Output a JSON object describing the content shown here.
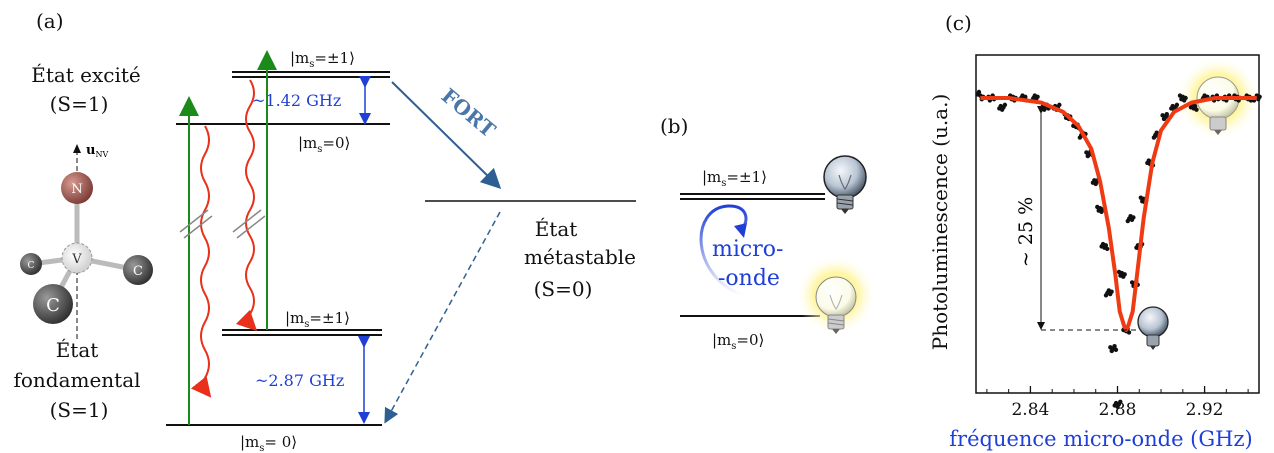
{
  "panel_a": {
    "label": "(a)",
    "excited_state": {
      "line1": "État excité",
      "line2": "(S=1)"
    },
    "ground_state": {
      "line1": "État",
      "line2": "fondamental",
      "line3": "(S=1)"
    },
    "u_nv": "u",
    "u_nv_sub": "NV",
    "atoms": {
      "n": "N",
      "v": "V",
      "c1": "C",
      "c2": "C",
      "c3": "C"
    },
    "excited_ms_pm1": "|m",
    "excited_ms_pm1_tail": "=±1⟩",
    "excited_ms0": "|m",
    "excited_ms0_tail": "=0⟩",
    "split_excited": "~1.42 GHz",
    "ground_ms_pm1": "|m",
    "ground_ms_pm1_tail": "=±1⟩",
    "ground_ms0": "|m",
    "ground_ms0_tail": "= 0⟩",
    "split_ground": "~2.87 GHz",
    "sub_s": "s",
    "fort": "FORT",
    "metastable": {
      "line1": "État",
      "line2": "métastable",
      "line3": "(S=0)"
    }
  },
  "panel_b": {
    "label": "(b)",
    "ms_pm1": "|m",
    "ms_pm1_tail": "=±1⟩",
    "ms0": "|m",
    "ms0_tail": "=0⟩",
    "mw_line1": "micro-",
    "mw_line2": "-onde"
  },
  "panel_c": {
    "label": "(c)",
    "ylabel": "Photoluminescence (u.a.)",
    "xlabel": "fréquence micro-onde (GHz)",
    "contrast": "~ 25 %",
    "xticks": [
      "2.84",
      "2.88",
      "2.92"
    ]
  },
  "colors": {
    "green": "#1a8a1a",
    "red": "#e8301a",
    "blue": "#1f3fd6",
    "fort": "#2e5f93",
    "fit": "#f03a14"
  },
  "chart_data": {
    "type": "scatter",
    "xlabel": "fréquence micro-onde (GHz)",
    "ylabel": "Photoluminescence (u.a.)",
    "xlim": [
      2.815,
      2.945
    ],
    "xticks": [
      2.84,
      2.88,
      2.92
    ],
    "series": [
      {
        "x": [
          2.817,
          2.822,
          2.827,
          2.832,
          2.837,
          2.842,
          2.847,
          2.852,
          2.857,
          2.861,
          2.864,
          2.867,
          2.87,
          2.872,
          2.874,
          2.876,
          2.878,
          2.88,
          2.882,
          2.884,
          2.886,
          2.888,
          2.89,
          2.892,
          2.895,
          2.898,
          2.902,
          2.906,
          2.91,
          2.915,
          2.92,
          2.925,
          2.93,
          2.935,
          2.94,
          2.944
        ],
        "values": [
          1.0,
          1.0,
          0.99,
          1.0,
          1.0,
          1.0,
          0.99,
          0.99,
          0.98,
          0.97,
          0.96,
          0.94,
          0.91,
          0.88,
          0.84,
          0.79,
          0.73,
          0.67,
          0.81,
          0.75,
          0.87,
          0.8,
          0.84,
          0.89,
          0.93,
          0.96,
          0.98,
          0.99,
          1.0,
          0.99,
          1.0,
          1.0,
          1.0,
          1.0,
          1.0,
          1.0
        ]
      },
      {
        "x": [
          2.817,
          2.83,
          2.845,
          2.855,
          2.862,
          2.868,
          2.872,
          2.876,
          2.879,
          2.881,
          2.883,
          2.884,
          2.885,
          2.887,
          2.889,
          2.892,
          2.896,
          2.9,
          2.906,
          2.914,
          2.925,
          2.944
        ],
        "values": [
          1.0,
          1.0,
          0.995,
          0.985,
          0.97,
          0.945,
          0.91,
          0.86,
          0.81,
          0.77,
          0.755,
          0.75,
          0.755,
          0.77,
          0.81,
          0.87,
          0.93,
          0.965,
          0.985,
          0.995,
          1.0,
          1.0
        ]
      }
    ]
  }
}
